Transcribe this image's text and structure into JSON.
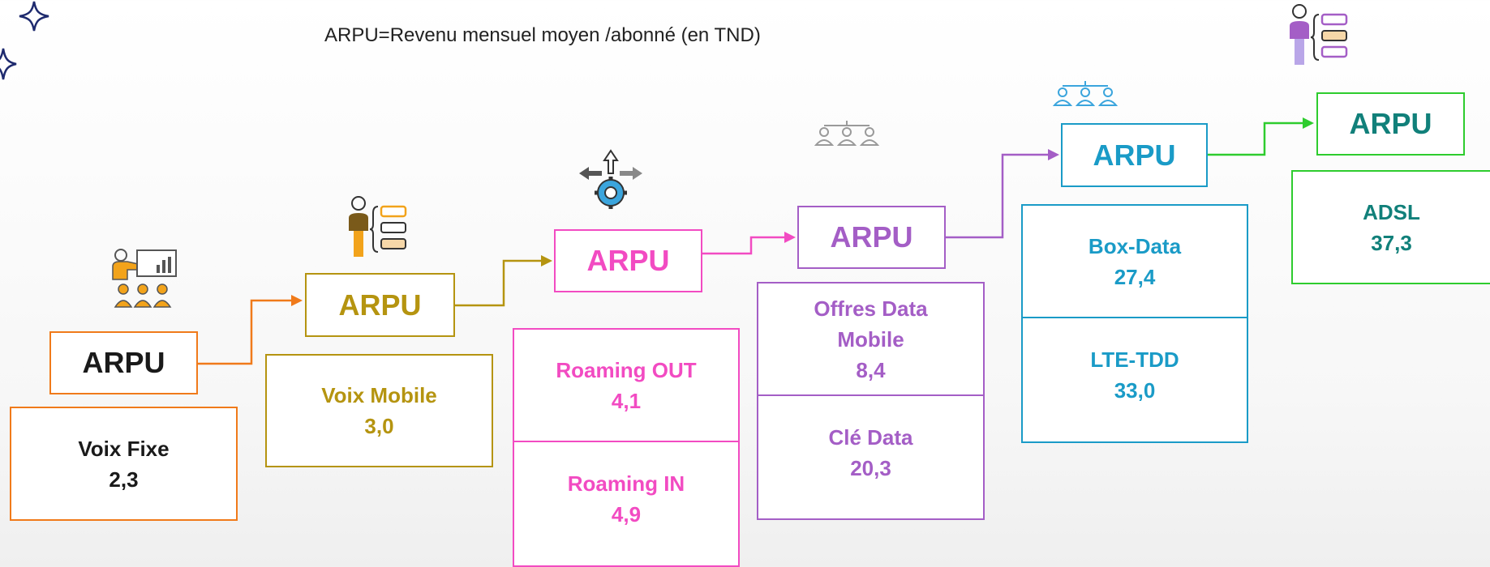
{
  "subtitle": "ARPU=Revenu mensuel moyen /abonné (en TND)",
  "colors": {
    "orange": "#f07a1a",
    "olive": "#b59410",
    "pink": "#f24bc2",
    "purple": "#a45ec6",
    "blue": "#1a9bc7",
    "green": "#2ecc2e",
    "black": "#1a1a1a",
    "teal": "#11807a"
  },
  "icons": [
    "presentation-audience-icon",
    "person-checklist-icon",
    "gear-arrows-icon",
    "team-hierarchy-icon",
    "team-hierarchy-icon",
    "person-checklist-icon",
    "sparkle-star-icon"
  ],
  "stages": [
    {
      "header": "ARPU",
      "items": [
        {
          "label": "Voix Fixe",
          "value": "2,3"
        }
      ]
    },
    {
      "header": "ARPU",
      "items": [
        {
          "label": "Voix Mobile",
          "value": "3,0"
        }
      ]
    },
    {
      "header": "ARPU",
      "items": [
        {
          "label": "Roaming OUT",
          "value": "4,1"
        },
        {
          "label": "Roaming IN",
          "value": "4,9"
        }
      ]
    },
    {
      "header": "ARPU",
      "items": [
        {
          "label": "Offres Data Mobile",
          "value": "8,4"
        },
        {
          "label": "Clé Data",
          "value": "20,3"
        }
      ]
    },
    {
      "header": "ARPU",
      "items": [
        {
          "label": "Box-Data",
          "value": "27,4"
        },
        {
          "label": "LTE-TDD",
          "value": "33,0"
        }
      ]
    },
    {
      "header": "ARPU",
      "items": [
        {
          "label": "ADSL",
          "value": "37,3"
        }
      ]
    }
  ]
}
